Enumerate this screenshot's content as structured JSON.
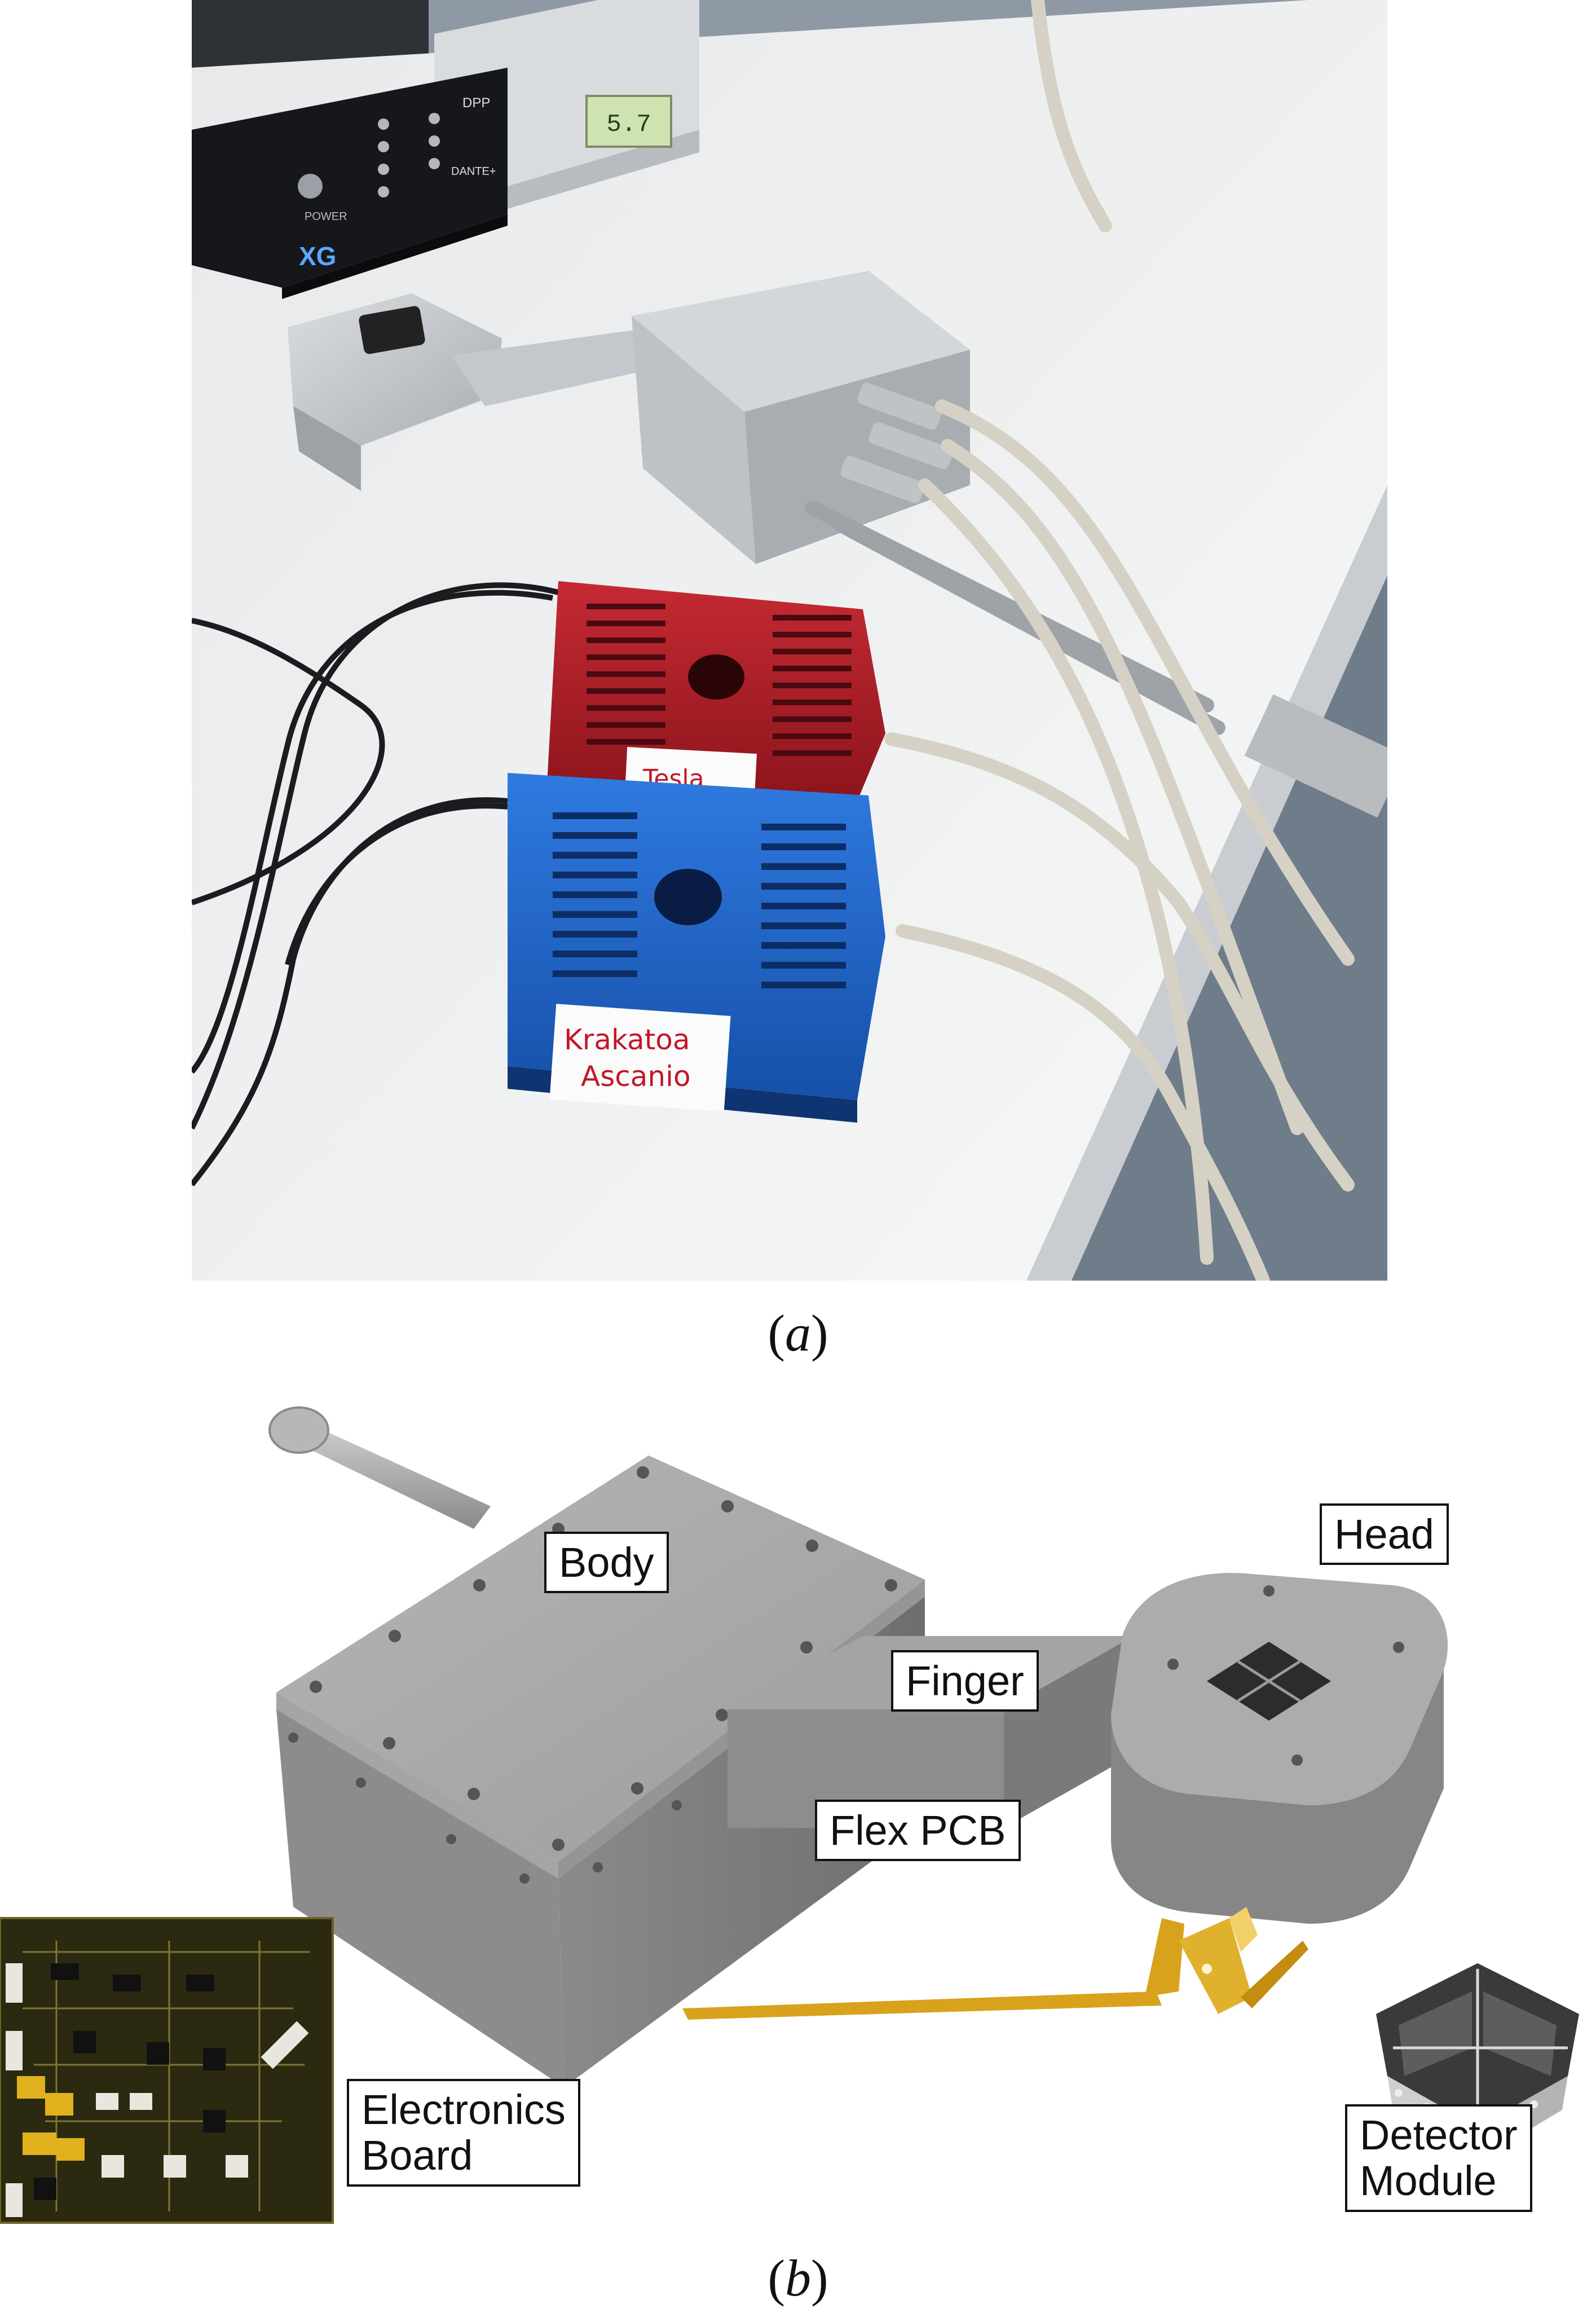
{
  "panel_a": {
    "caption_prefix": "(",
    "caption_letter": "a",
    "caption_suffix": ")",
    "box_labels": {
      "dpp": "DPP",
      "power": "POWER",
      "brand": "DANTE+",
      "logo": "XG"
    },
    "controller_display": "5.7",
    "red_box_label": "Tesla",
    "blue_box_label_line1": "Krakatoa",
    "blue_box_label_line2": "Ascanio",
    "colors": {
      "red_enclosure": "#b3202a",
      "blue_enclosure": "#1f63c8",
      "aluminium": "#c9ccd0",
      "table": "#eef0f1"
    }
  },
  "panel_b": {
    "caption_prefix": "(",
    "caption_letter": "b",
    "caption_suffix": ")",
    "labels": {
      "body": "Body",
      "head": "Head",
      "finger": "Finger",
      "flex_pcb": "Flex PCB",
      "electronics_board_line1": "Electronics",
      "electronics_board_line2": "Board",
      "detector_module_line1": "Detector",
      "detector_module_line2": "Module"
    },
    "colors": {
      "housing": "#8f8f8f",
      "flex_pcb": "#d8a21c",
      "board": "#2b2a10"
    }
  }
}
